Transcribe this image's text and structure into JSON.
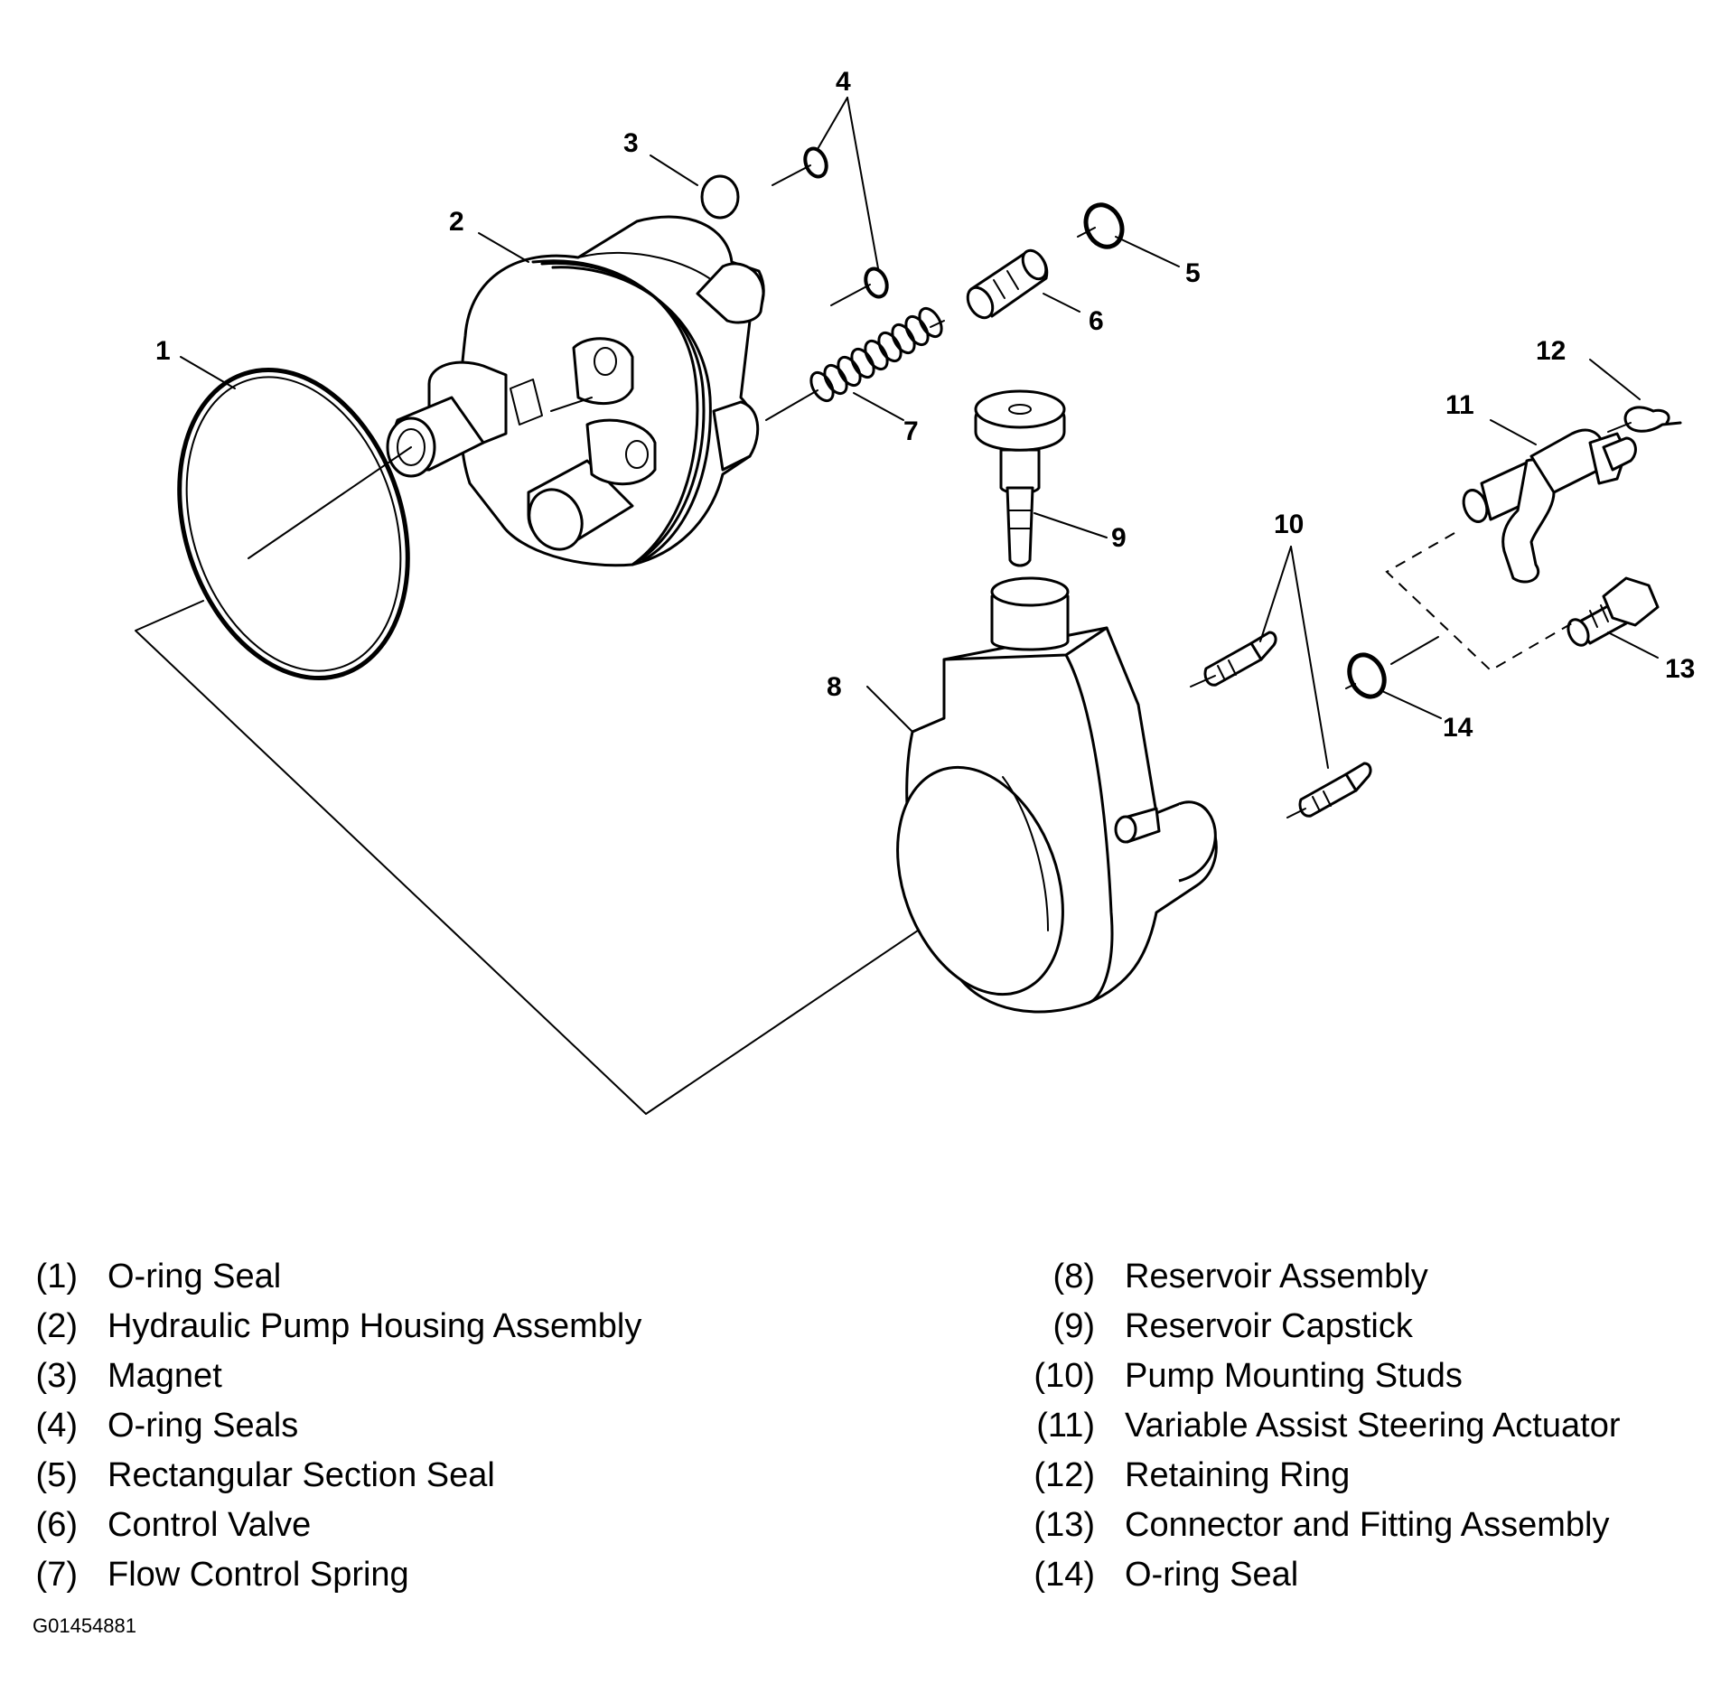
{
  "callouts": {
    "c1": "1",
    "c2": "2",
    "c3": "3",
    "c4": "4",
    "c5": "5",
    "c6": "6",
    "c7": "7",
    "c8": "8",
    "c9": "9",
    "c10": "10",
    "c11": "11",
    "c12": "12",
    "c13": "13",
    "c14": "14"
  },
  "legend": {
    "left": [
      {
        "num": "(1)",
        "label": "O-ring Seal"
      },
      {
        "num": "(2)",
        "label": "Hydraulic Pump Housing Assembly"
      },
      {
        "num": "(3)",
        "label": "Magnet"
      },
      {
        "num": "(4)",
        "label": "O-ring Seals"
      },
      {
        "num": "(5)",
        "label": "Rectangular Section Seal"
      },
      {
        "num": "(6)",
        "label": "Control Valve"
      },
      {
        "num": "(7)",
        "label": "Flow Control Spring"
      }
    ],
    "right": [
      {
        "num": "(8)",
        "label": "Reservoir Assembly"
      },
      {
        "num": "(9)",
        "label": "Reservoir Capstick"
      },
      {
        "num": "(10)",
        "label": "Pump Mounting Studs"
      },
      {
        "num": "(11)",
        "label": "Variable Assist Steering Actuator"
      },
      {
        "num": "(12)",
        "label": "Retaining Ring"
      },
      {
        "num": "(13)",
        "label": "Connector and Fitting Assembly"
      },
      {
        "num": "(14)",
        "label": "O-ring Seal"
      }
    ]
  },
  "figure_code": "G01454881"
}
